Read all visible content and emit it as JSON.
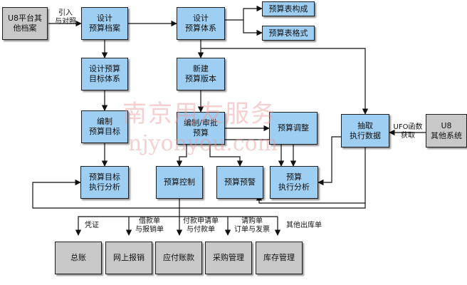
{
  "boxes": {
    "u8_platform": "U8平台其\n他档案",
    "design_archive": "设计\n预算档案",
    "design_system": "设计\n预算体系",
    "budget_composition": "预算表构成",
    "budget_format": "预算表格式",
    "design_target_system": "设计预算\n目标体系",
    "new_version": "新建\n预算版本",
    "compile_target": "编制\n预算目标",
    "compile_review": "编制/审批\n预算",
    "budget_adjust": "预算调整",
    "extract_data": "抽取\n执行数据",
    "u8_other": "U8\n其他系统",
    "target_exec_analysis": "预算目标\n执行分析",
    "budget_control": "预算控制",
    "budget_warning": "预算预警",
    "budget_exec_analysis": "预算\n执行分析",
    "general_ledger": "总账",
    "online_reimburse": "网上报销",
    "payable": "应付账款",
    "purchase": "采购管理",
    "inventory": "库存管理"
  },
  "labels": {
    "import_compare": "引入\n与对照",
    "ufo_fetch": "UFO函数\n获取",
    "voucher": "凭证",
    "loan_reimburse": "借款单\n与报销单",
    "payment_request": "付款申请单\n与付款单",
    "purchase_order": "请购单\n订单与发票",
    "other_outbound": "其他出库单"
  },
  "watermark": {
    "cn": "南京用友服务",
    "en": "njyonyou.com"
  }
}
